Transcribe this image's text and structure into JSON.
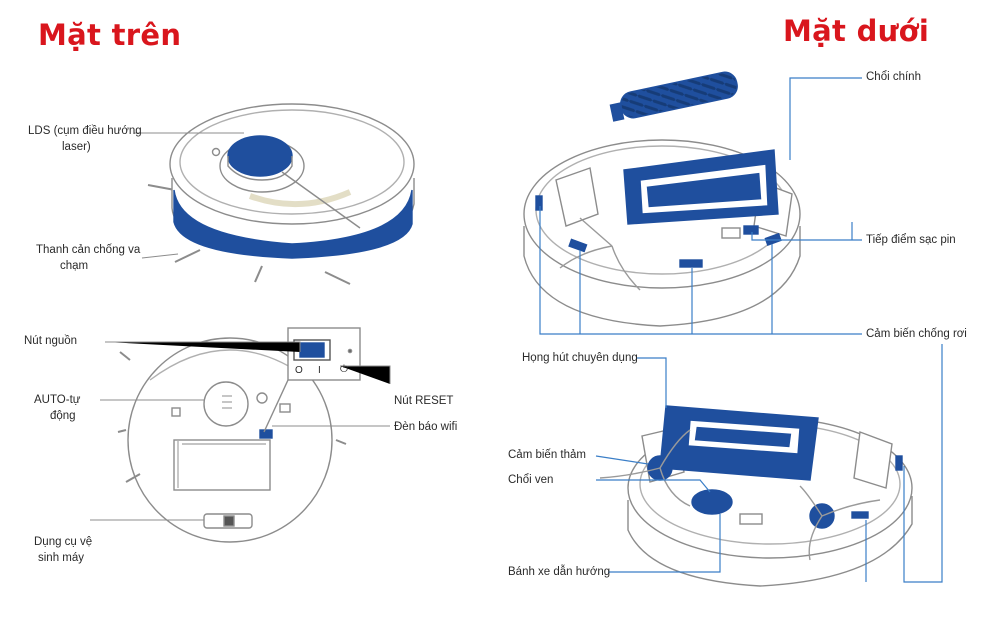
{
  "titles": {
    "top_view": "Mặt trên",
    "bottom_view": "Mặt dưới"
  },
  "labels": {
    "lds_line1": "LDS (cụm điều hướng",
    "lds_line2": "laser)",
    "bumper_line1": "Thanh cản chống va",
    "bumper_line2": "chạm",
    "power_button": "Nút nguồn",
    "auto_line1": "AUTO-tự",
    "auto_line2": "động",
    "cleaning_tool_line1": "Dụng cụ vệ",
    "cleaning_tool_line2": "sinh máy",
    "reset_button": "Nút RESET",
    "wifi_light": "Đèn báo wifi",
    "main_brush": "Chổi chính",
    "charging_contacts": "Tiếp điểm sạc pin",
    "cliff_sensors": "Cảm biến chống rơi",
    "suction_port": "Họng hút chuyên dụng",
    "carpet_sensor": "Cảm biến thảm",
    "side_brush": "Chổi ven",
    "guide_wheel": "Bánh xe dẫn hướng"
  },
  "switch_marks": {
    "off": "O",
    "on": "I",
    "power_symbol": "⏻"
  },
  "colors": {
    "title_red": "#d9161d",
    "part_blue": "#1f4f9e",
    "leader_blue": "#3a7ec7",
    "outline_gray": "#8c8c8c"
  }
}
